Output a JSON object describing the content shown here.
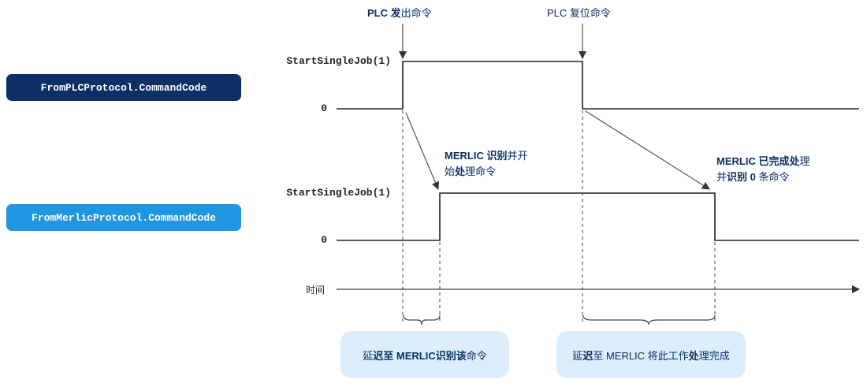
{
  "signals": {
    "plc": {
      "name": "FromPLCProtocol.CommandCode",
      "high_label": "StartSingleJob(1)",
      "low_label": "0",
      "color": "#0b2f66"
    },
    "merlic": {
      "name": "FromMerlicProtocol.CommandCode",
      "high_label": "StartSingleJob(1)",
      "low_label": "0",
      "color": "#2196e0"
    }
  },
  "time_axis": {
    "label": "时间"
  },
  "annotations": {
    "plc_issue": {
      "prefix": "PLC ",
      "bold": "发",
      "rest": "出命令"
    },
    "plc_reset": {
      "text": "PLC 复位命令"
    },
    "merlic_recognize": {
      "line1_a": "MERLIC ",
      "line1_bold": "识别",
      "line1_b": "并开",
      "line2_a": "始",
      "line2_bold": "处",
      "line2_b": "理命令"
    },
    "merlic_done": {
      "line1_a": "MERLIC 已完成",
      "line1_bold": "处",
      "line1_b": "理",
      "line2_a": "并",
      "line2_bold": "识别 0",
      "line2_b": " 条命令"
    }
  },
  "delay_boxes": [
    {
      "a": "延",
      "bold": "迟",
      "b": "至  MERLIC ",
      "bold2": "识别该",
      "c": "命令"
    },
    {
      "a": "延",
      "bold": "迟",
      "b": "至  MERLIC 将此工作",
      "bold2": "处",
      "c": "理完成"
    }
  ],
  "colors": {
    "box_bg": "#dceefc",
    "text_dark": "#0b2f66",
    "line": "#333333"
  }
}
